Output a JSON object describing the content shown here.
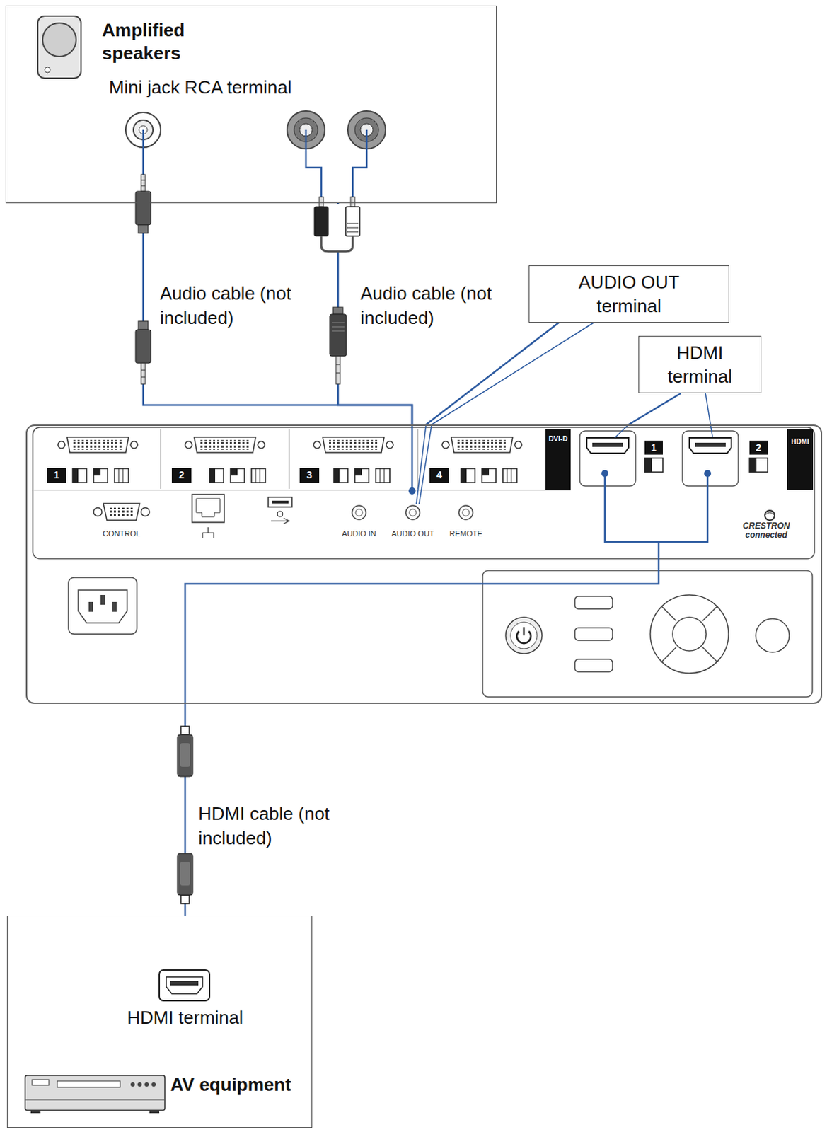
{
  "diagram": {
    "nodes": [
      {
        "text": [
          "Amplified speakers",
          "Mini jack RCA terminal"
        ]
      },
      {
        "text": [
          "AUDIO OUT terminal"
        ]
      },
      {
        "text": [
          "HDMI terminal"
        ]
      },
      {
        "text": [
          "CRESTRON connected"
        ]
      },
      {
        "text": [
          "HDMI terminal",
          "AV equipment"
        ]
      }
    ],
    "edges": [
      {
        "from": 0,
        "to": 3,
        "arrow": "none",
        "label": "Audio cable (not included)"
      },
      {
        "from": 0,
        "to": 3,
        "arrow": "none",
        "label": "Audio cable (not included)"
      },
      {
        "from": 3,
        "to": 4,
        "arrow": "none",
        "label": "HDMI cable (not included)"
      },
      {
        "from": 1,
        "to": 3,
        "arrow": "none"
      },
      {
        "from": 2,
        "to": 3,
        "arrow": "none"
      }
    ],
    "labels": [
      "1",
      "2",
      "3",
      "4",
      "DVI-D",
      "1",
      "2",
      "HDMI",
      "CONTROL",
      "AUDIO IN",
      "AUDIO OUT",
      "REMOTE"
    ]
  }
}
